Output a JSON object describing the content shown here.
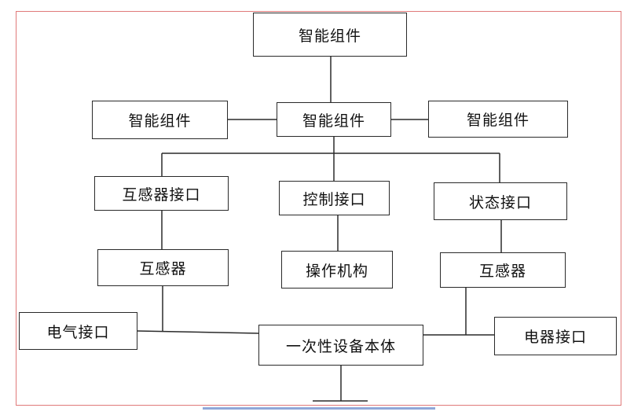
{
  "nodes": {
    "top_component": "智能组件",
    "left_component": "智能组件",
    "center_component": "智能组件",
    "right_component": "智能组件",
    "left_interface": "互感器接口",
    "control_interface": "控制接口",
    "status_interface": "状态接口",
    "left_transformer": "互感器",
    "mechanism": "操作机构",
    "right_transformer": "互感器",
    "electric_interface": "电气接口",
    "primary_equipment": "一次性设备本体",
    "appliance_interface": "电器接口"
  },
  "colors": {
    "frame_border": "#e07a7a",
    "box_border": "#2a2a2a",
    "line": "#2a2a2a",
    "bottom_strip": "#8fa7d9"
  }
}
